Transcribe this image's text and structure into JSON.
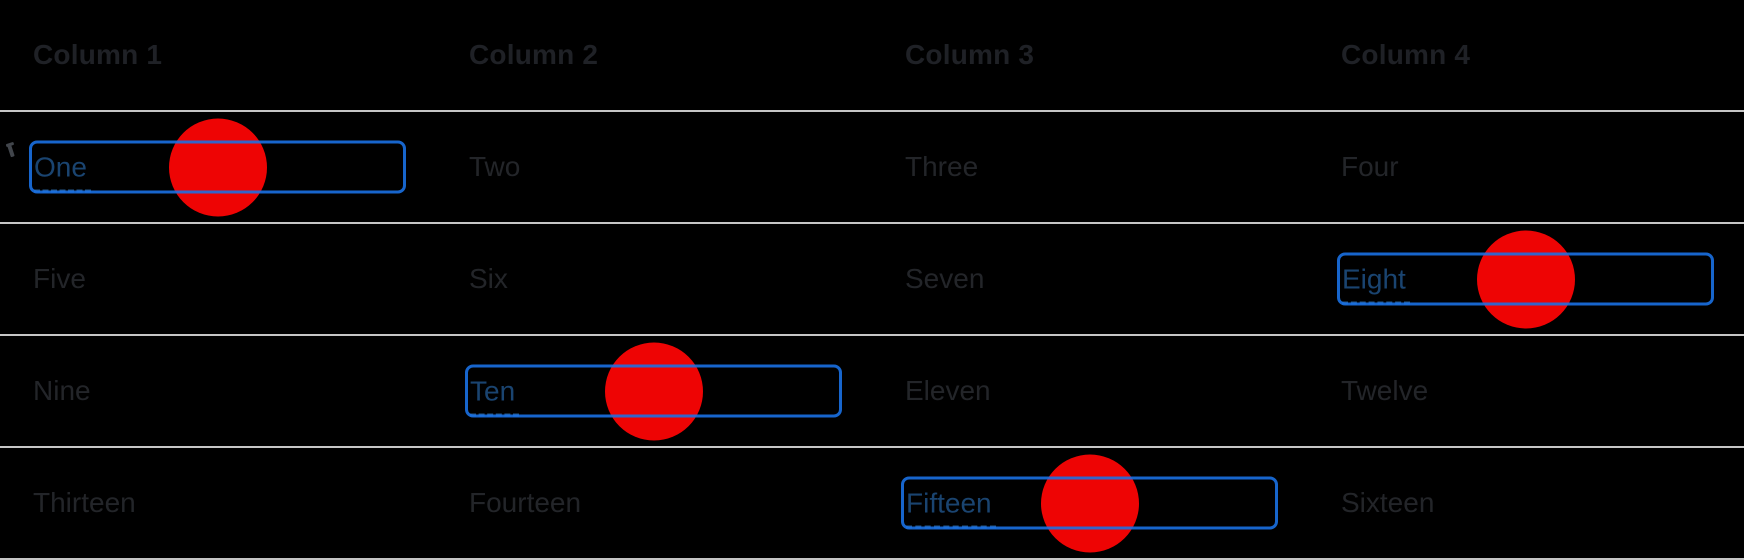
{
  "table": {
    "columns": [
      "Column 1",
      "Column 2",
      "Column 3",
      "Column 4"
    ],
    "rows": [
      {
        "cells": [
          {
            "text": "One",
            "focused": true,
            "click_marker": true
          },
          {
            "text": "Two",
            "focused": false,
            "click_marker": false
          },
          {
            "text": "Three",
            "focused": false,
            "click_marker": false
          },
          {
            "text": "Four",
            "focused": false,
            "click_marker": false
          }
        ]
      },
      {
        "cells": [
          {
            "text": "Five",
            "focused": false,
            "click_marker": false
          },
          {
            "text": "Six",
            "focused": false,
            "click_marker": false
          },
          {
            "text": "Seven",
            "focused": false,
            "click_marker": false
          },
          {
            "text": "Eight",
            "focused": true,
            "click_marker": true
          }
        ]
      },
      {
        "cells": [
          {
            "text": "Nine",
            "focused": false,
            "click_marker": false
          },
          {
            "text": "Ten",
            "focused": true,
            "click_marker": true
          },
          {
            "text": "Eleven",
            "focused": false,
            "click_marker": false
          },
          {
            "text": "Twelve",
            "focused": false,
            "click_marker": false
          }
        ]
      },
      {
        "cells": [
          {
            "text": "Thirteen",
            "focused": false,
            "click_marker": false
          },
          {
            "text": "Fourteen",
            "focused": false,
            "click_marker": false
          },
          {
            "text": "Fifteen",
            "focused": true,
            "click_marker": true
          },
          {
            "text": "Sixteen",
            "focused": false,
            "click_marker": false
          }
        ]
      }
    ]
  },
  "colors": {
    "background": "#000000",
    "row_divider": "#c6c6c6",
    "header_text": "#1f2126",
    "cell_text": "#232529",
    "focused_cell_text": "#1a4470",
    "focus_ring_blue": "#1a73e8",
    "dashed_underline": "#255689",
    "click_marker_red": "#ee0404"
  }
}
